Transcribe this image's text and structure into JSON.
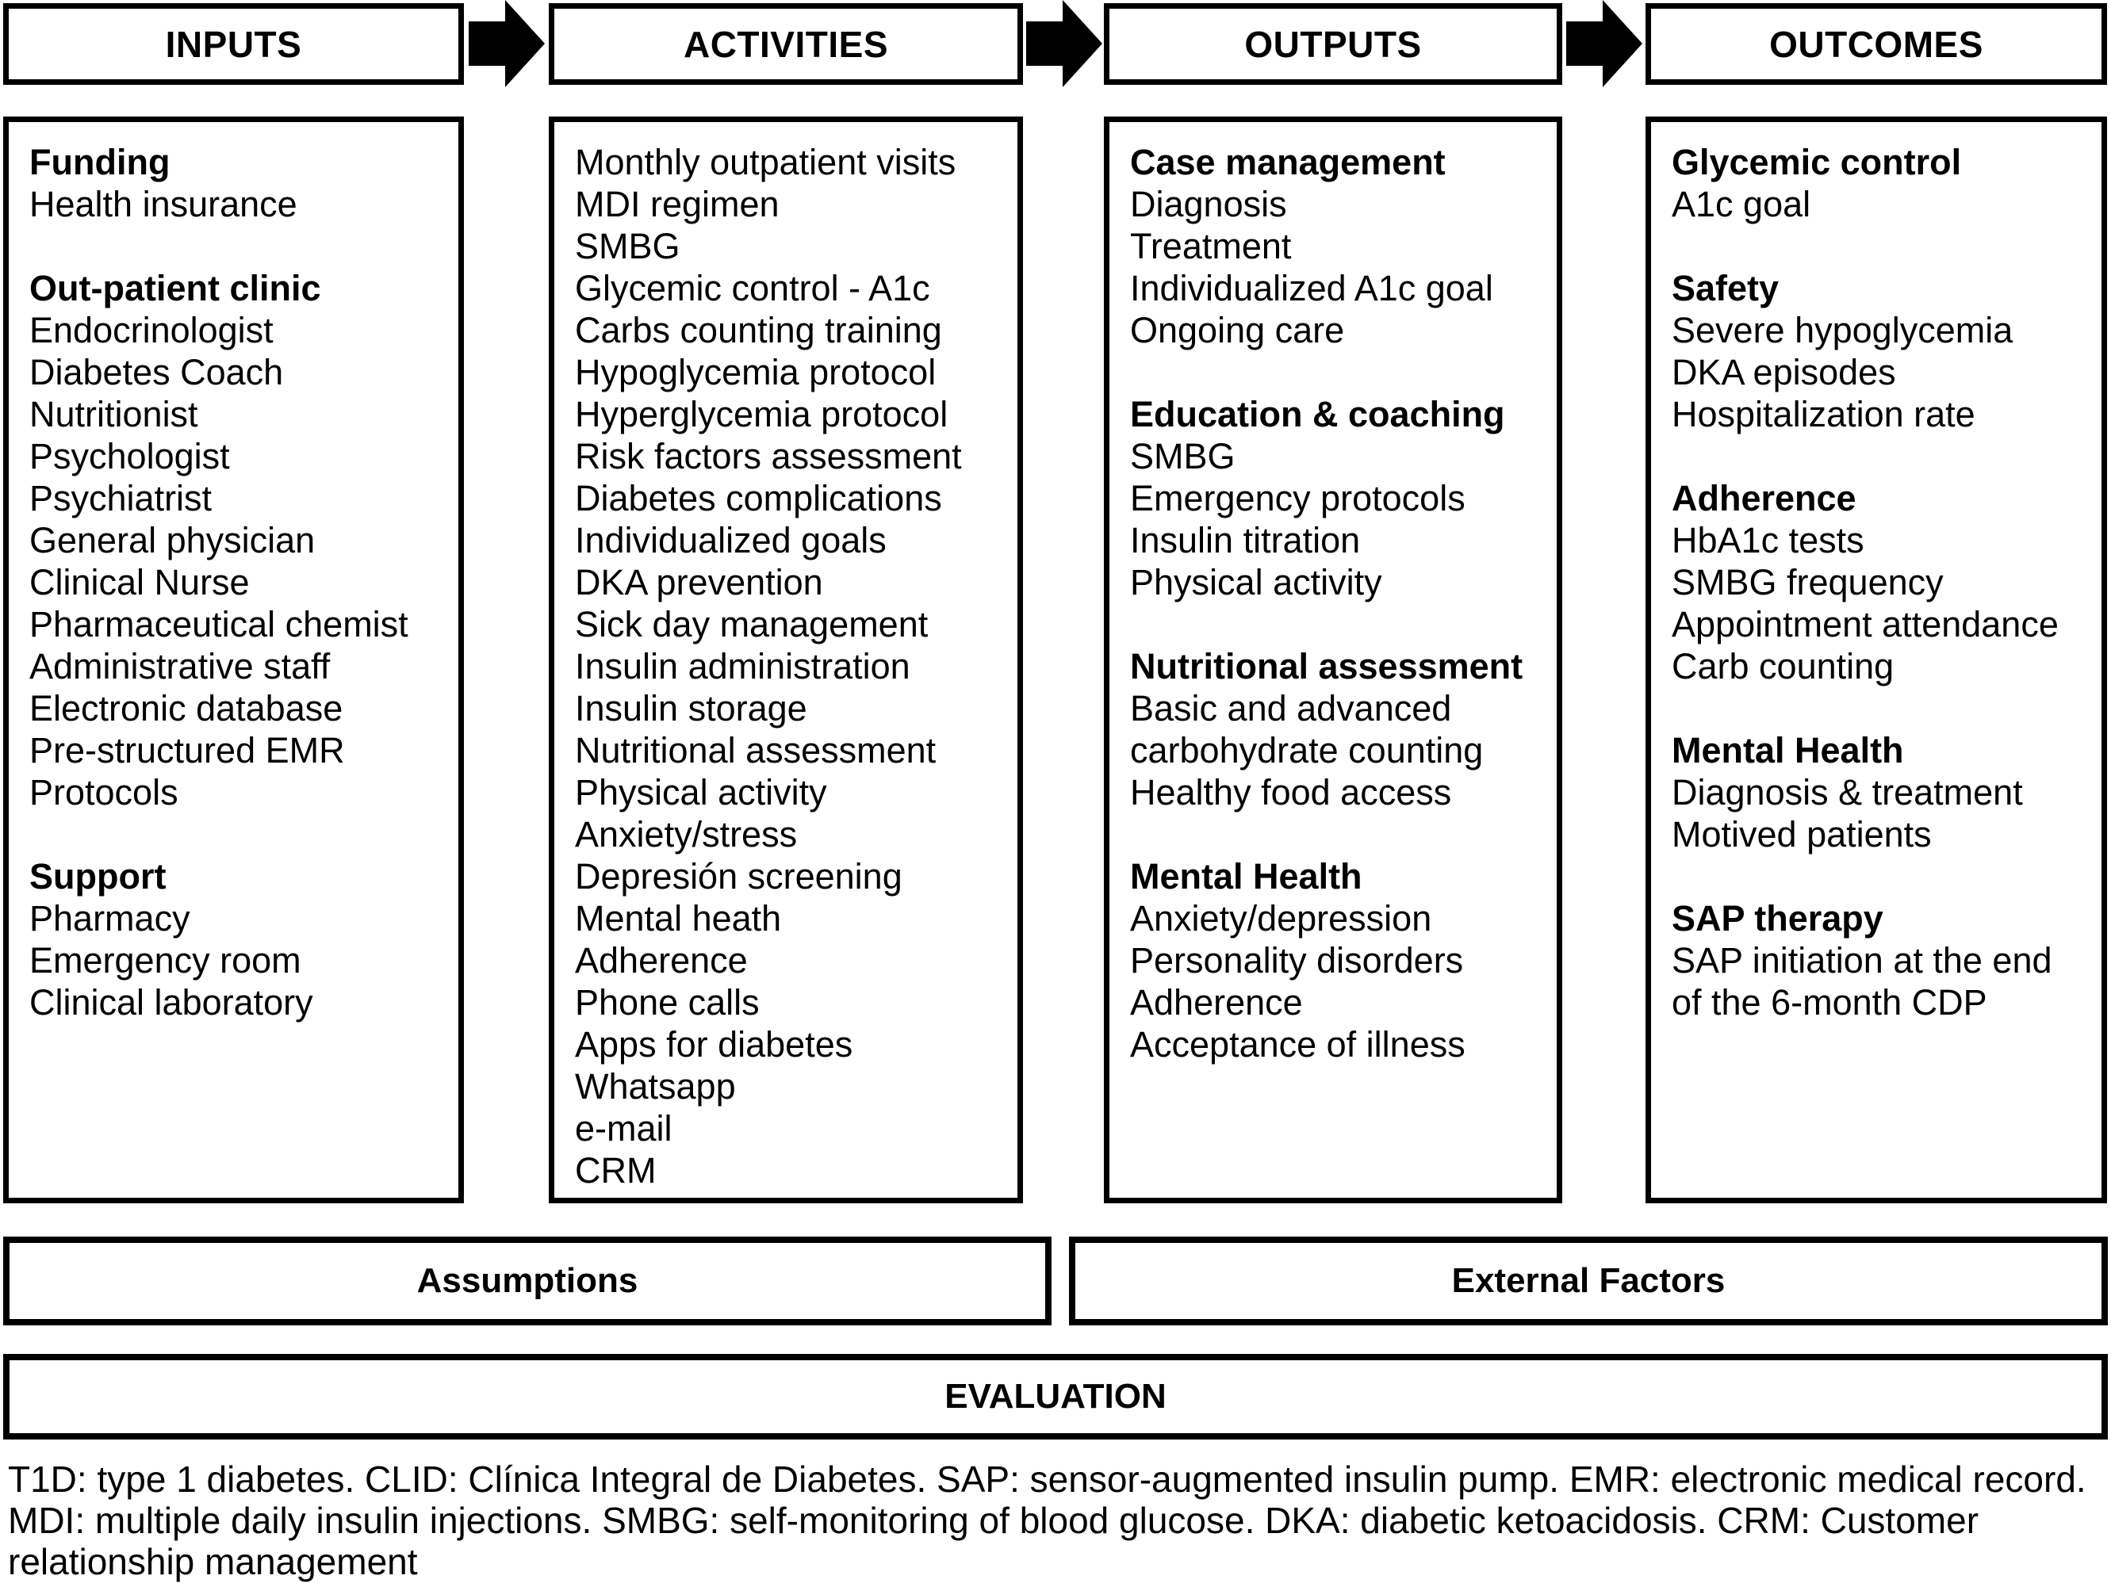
{
  "columns": [
    {
      "title": "INPUTS",
      "groups": [
        {
          "heading": "Funding",
          "items": [
            "Health insurance"
          ]
        },
        {
          "heading": "Out-patient clinic",
          "items": [
            "Endocrinologist",
            "Diabetes Coach",
            "Nutritionist",
            "Psychologist",
            "Psychiatrist",
            "General physician",
            "Clinical Nurse",
            "Pharmaceutical chemist",
            "Administrative staff",
            "Electronic database",
            "Pre-structured EMR",
            "Protocols"
          ]
        },
        {
          "heading": "Support",
          "items": [
            "Pharmacy",
            "Emergency room",
            "Clinical laboratory"
          ]
        }
      ]
    },
    {
      "title": "ACTIVITIES",
      "groups": [
        {
          "heading": "",
          "items": [
            "Monthly outpatient visits",
            "MDI regimen",
            "SMBG",
            "Glycemic control - A1c",
            "Carbs counting training",
            "Hypoglycemia protocol",
            "Hyperglycemia protocol",
            "Risk factors assessment",
            "Diabetes complications",
            "Individualized goals",
            "DKA prevention",
            "Sick day management",
            "Insulin administration",
            "Insulin storage",
            "Nutritional assessment",
            "Physical activity",
            "Anxiety/stress",
            "Depresión screening",
            "Mental heath",
            "Adherence",
            "Phone calls",
            "Apps for diabetes",
            "Whatsapp",
            "e-mail",
            "CRM"
          ]
        }
      ]
    },
    {
      "title": "OUTPUTS",
      "groups": [
        {
          "heading": "Case management",
          "items": [
            "Diagnosis",
            "Treatment",
            "Individualized A1c goal",
            "Ongoing care"
          ]
        },
        {
          "heading": "Education & coaching",
          "items": [
            "SMBG",
            "Emergency protocols",
            "Insulin titration",
            "Physical activity"
          ]
        },
        {
          "heading": "Nutritional assessment",
          "items": [
            "Basic and advanced carbohydrate counting",
            "Healthy food access"
          ]
        },
        {
          "heading": "Mental Health",
          "items": [
            "Anxiety/depression",
            "Personality disorders",
            "Adherence",
            "Acceptance of illness"
          ]
        }
      ]
    },
    {
      "title": "OUTCOMES",
      "groups": [
        {
          "heading": "Glycemic control",
          "items": [
            "A1c goal"
          ]
        },
        {
          "heading": "Safety",
          "items": [
            "Severe hypoglycemia",
            "DKA episodes",
            "Hospitalization rate"
          ]
        },
        {
          "heading": "Adherence",
          "items": [
            "HbA1c tests",
            "SMBG frequency",
            "Appointment attendance",
            "Carb counting"
          ]
        },
        {
          "heading": "Mental Health",
          "items": [
            "Diagnosis & treatment",
            "Motived patients"
          ]
        },
        {
          "heading": "SAP therapy",
          "items": [
            "SAP initiation at the end of the 6-month CDP"
          ]
        }
      ]
    }
  ],
  "bottom_row": {
    "assumptions": "Assumptions",
    "external_factors": "External Factors",
    "evaluation": "EVALUATION"
  },
  "footnote": "T1D: type 1 diabetes. CLID: Clínica Integral de Diabetes. SAP: sensor-augmented insulin pump. EMR: electronic medical record. MDI: multiple daily insulin injections. SMBG: self-monitoring of blood glucose. DKA: diabetic ketoacidosis. CRM: Customer relationship management",
  "colors": {
    "ink": "#000000",
    "background": "#ffffff"
  }
}
